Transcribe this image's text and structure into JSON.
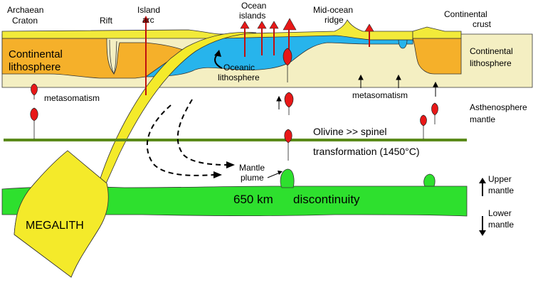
{
  "labels": {
    "archaean_line1": "Archaean",
    "archaean_line2": "Craton",
    "rift": "Rift",
    "island_line1": "Island",
    "island_line2": "arc",
    "ocean_line1": "Ocean",
    "ocean_line2": "islands",
    "midocean_line1": "Mid-ocean",
    "midocean_line2": "ridge",
    "cont_crust_line1": "Continental",
    "cont_crust_line2": "crust",
    "cont_lith_left_line1": "Continental",
    "cont_lith_left_line2": "lithosphere",
    "cont_lith_right_line1": "Continental",
    "cont_lith_right_line2": "lithosphere",
    "oceanic_line1": "Oceanic",
    "oceanic_line2": "lithosphere",
    "metasomatism_left": "metasomatism",
    "metasomatism_right": "metasomatism",
    "astheno_line1": "Asthenosphere",
    "astheno_line2": "mantle",
    "olivine": "Olivine >> spinel",
    "transformation": "transformation (1450°C)",
    "plume_line1": "Mantle",
    "plume_line2": "plume",
    "km650": "650 km",
    "discontinuity": "discontinuity",
    "upper_line1": "Upper",
    "upper_line2": "mantle",
    "lower_line1": "Lower",
    "lower_line2": "mantle",
    "megalith": "MEGALITH"
  },
  "colors": {
    "crust": "#f2ea3a",
    "continental_lithosphere": "#f5b02a",
    "mantle_lithosphere": "#f4efc2",
    "oceanic_lithosphere": "#27b4ec",
    "slab": "#f4ea2a",
    "discontinuity_layer": "#2ee02e",
    "olivine_line": "#5b8a1a",
    "magma": "#e81818"
  }
}
